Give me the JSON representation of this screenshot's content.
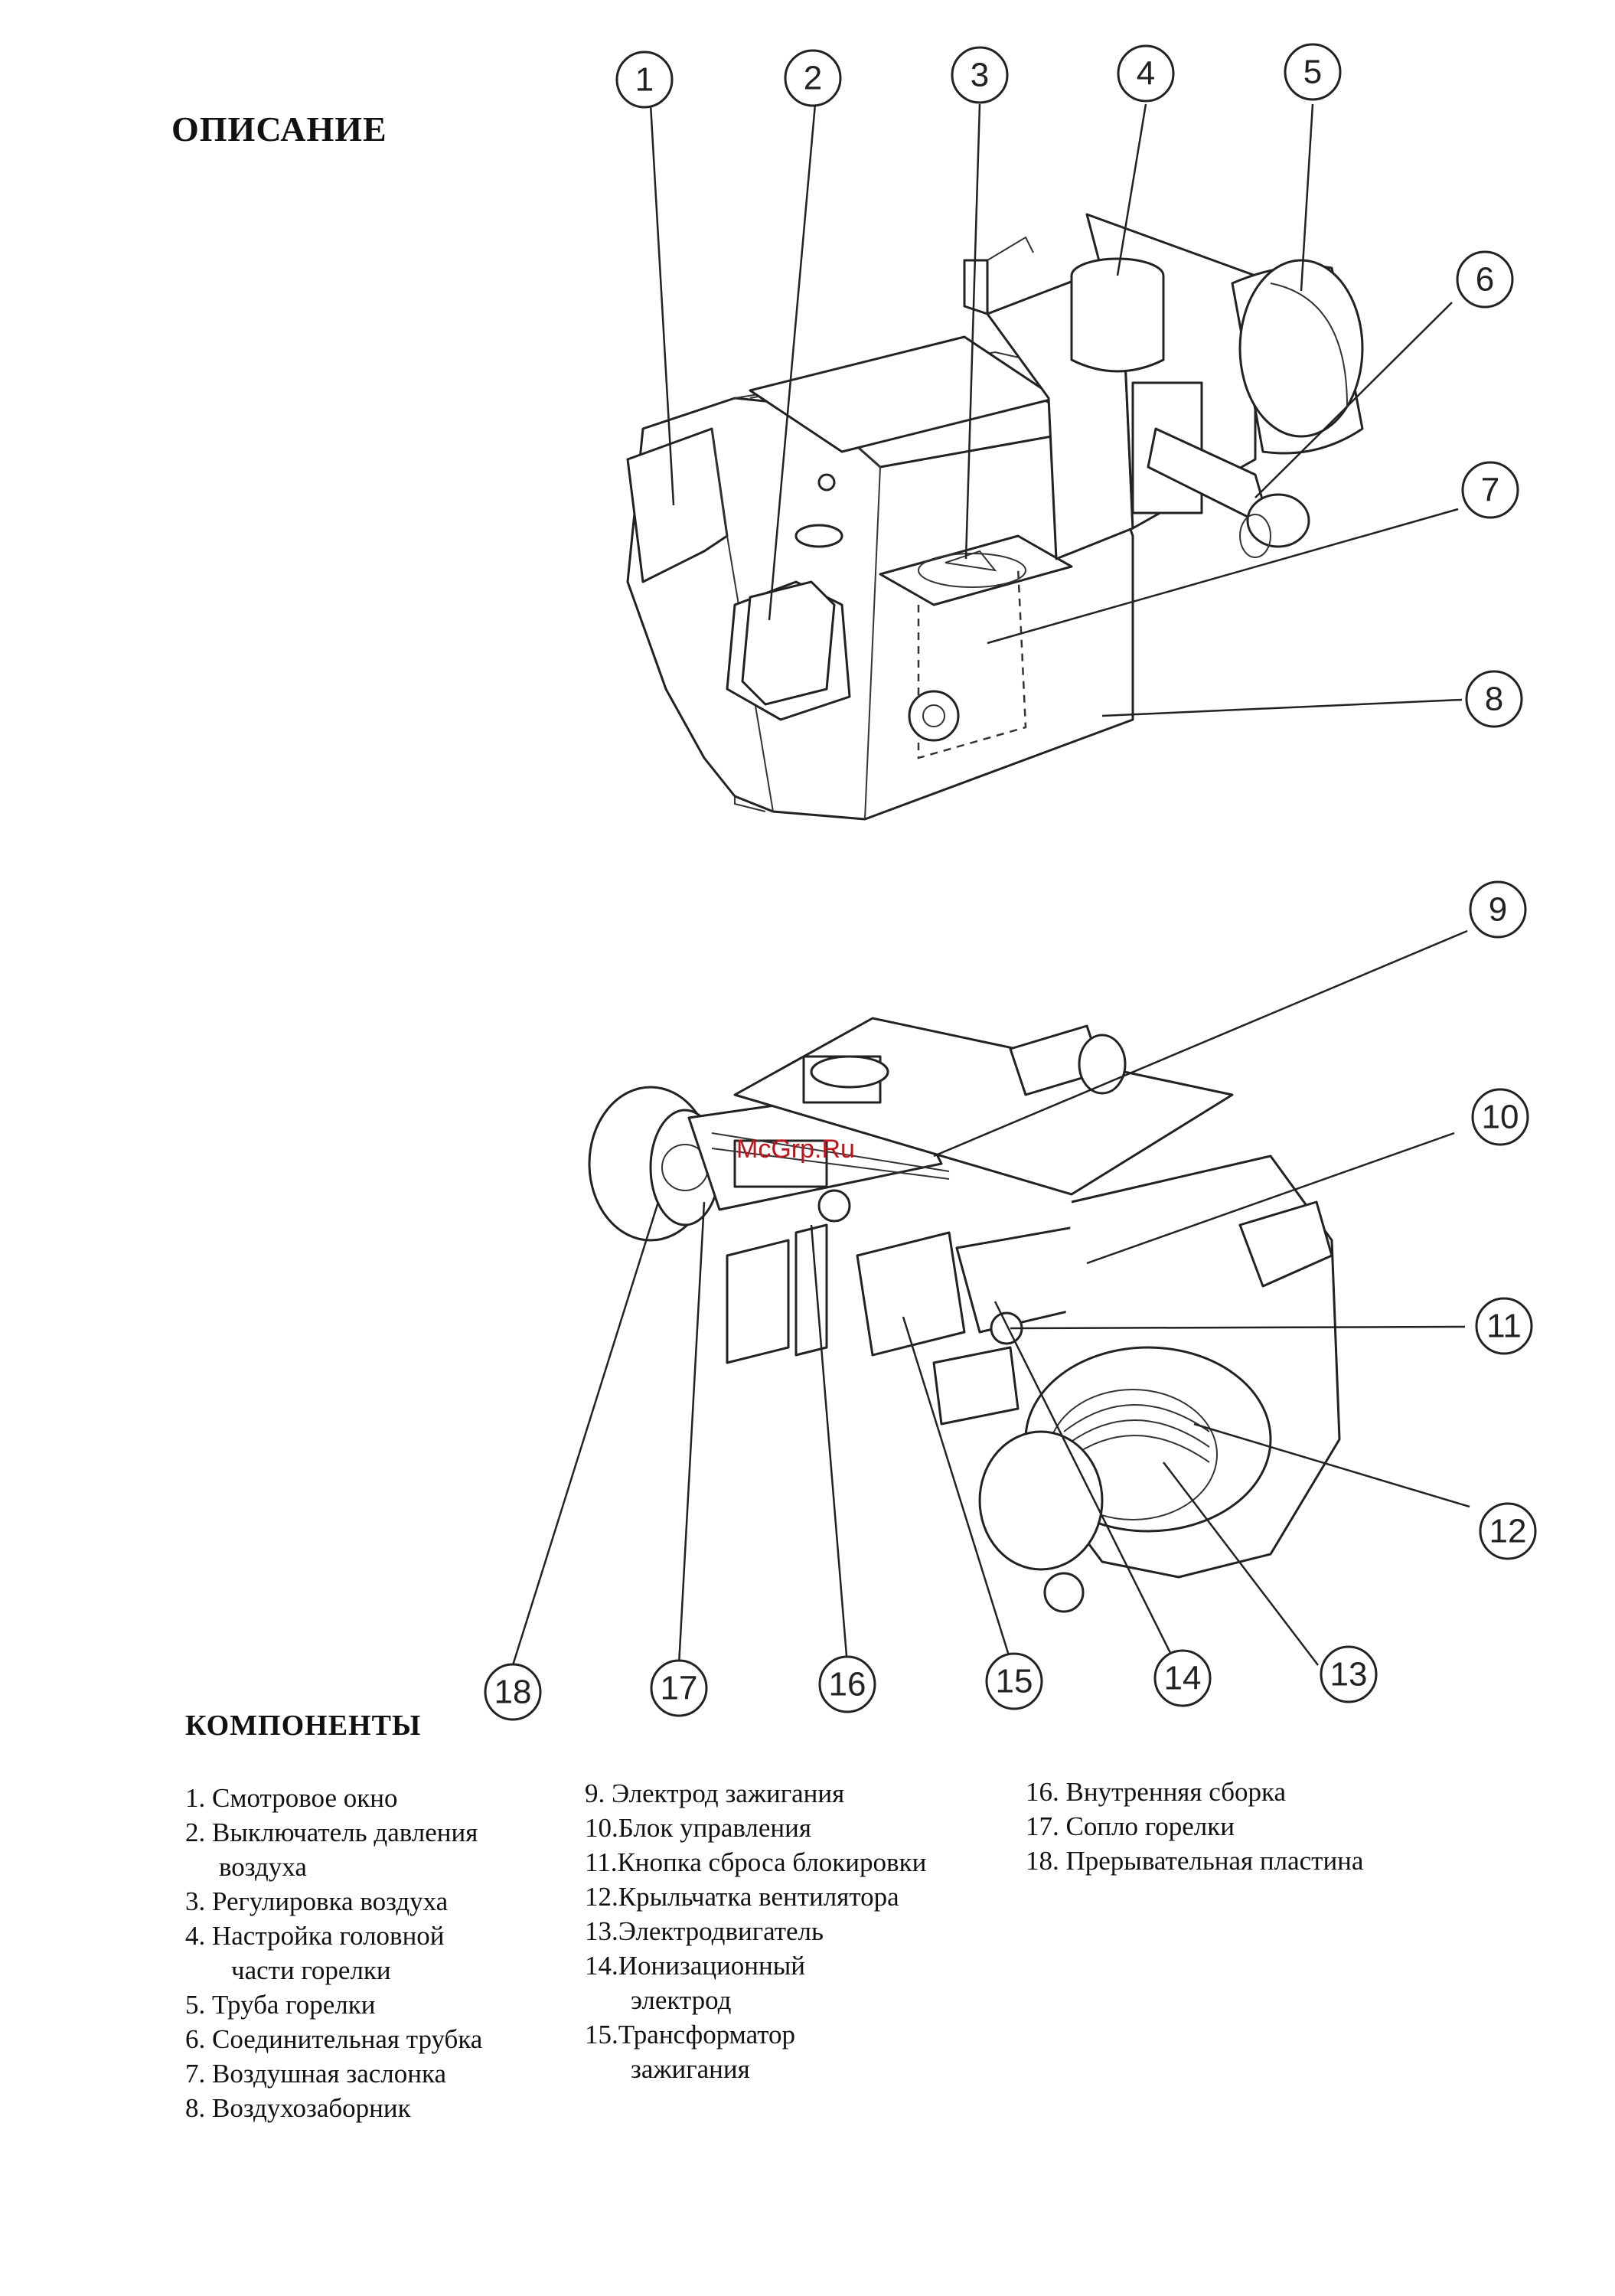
{
  "page": {
    "title": "ОПИСАНИЕ",
    "components_title": "КОМПОНЕНТЫ"
  },
  "watermark": "McGrp.Ru",
  "callouts": [
    "1",
    "2",
    "3",
    "4",
    "5",
    "6",
    "7",
    "8",
    "9",
    "10",
    "11",
    "12",
    "13",
    "14",
    "15",
    "16",
    "17",
    "18"
  ],
  "components": {
    "col1": [
      "1. Смотровое окно",
      "2. Выключатель давления",
      "воздуха",
      "3. Регулировка воздуха",
      "4. Настройка головной",
      "части горелки",
      "5. Труба горелки",
      "6. Соединительная трубка",
      "7. Воздушная заслонка",
      "8. Воздухозаборник"
    ],
    "col2": [
      "9.  Электрод зажигания",
      "10.Блок управления",
      "11.Кнопка сброса блокировки",
      "12.Крыльчатка вентилятора",
      "13.Электродвигатель",
      "14.Ионизационный",
      "электрод",
      "15.Трансформатор",
      "зажигания"
    ],
    "col3": [
      "16. Внутренняя сборка",
      "17. Сопло горелки",
      "18. Прерывательная пластина"
    ]
  }
}
